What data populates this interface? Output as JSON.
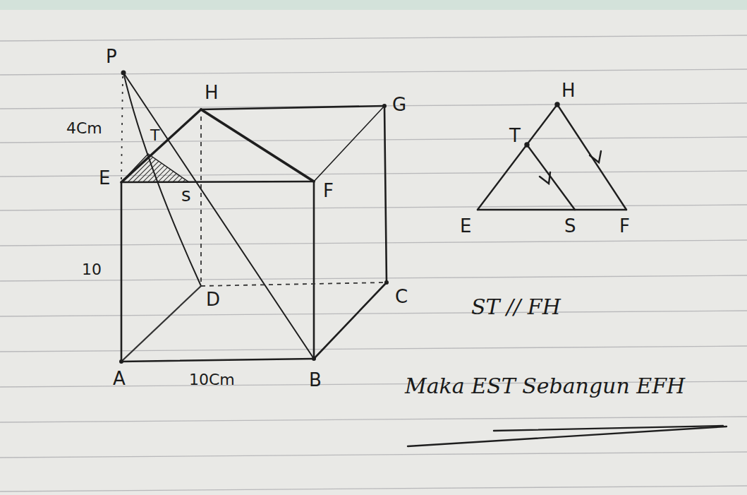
{
  "diagram": {
    "labels": [
      "P",
      "H",
      "G",
      "4Cm",
      "T",
      "E",
      "s",
      "F",
      "10",
      "D",
      "C",
      "A",
      "10Cm",
      "B",
      "H",
      "T",
      "E",
      "S",
      "F",
      "ST // FH",
      "Maka EST Sebangun EFH"
    ]
  }
}
